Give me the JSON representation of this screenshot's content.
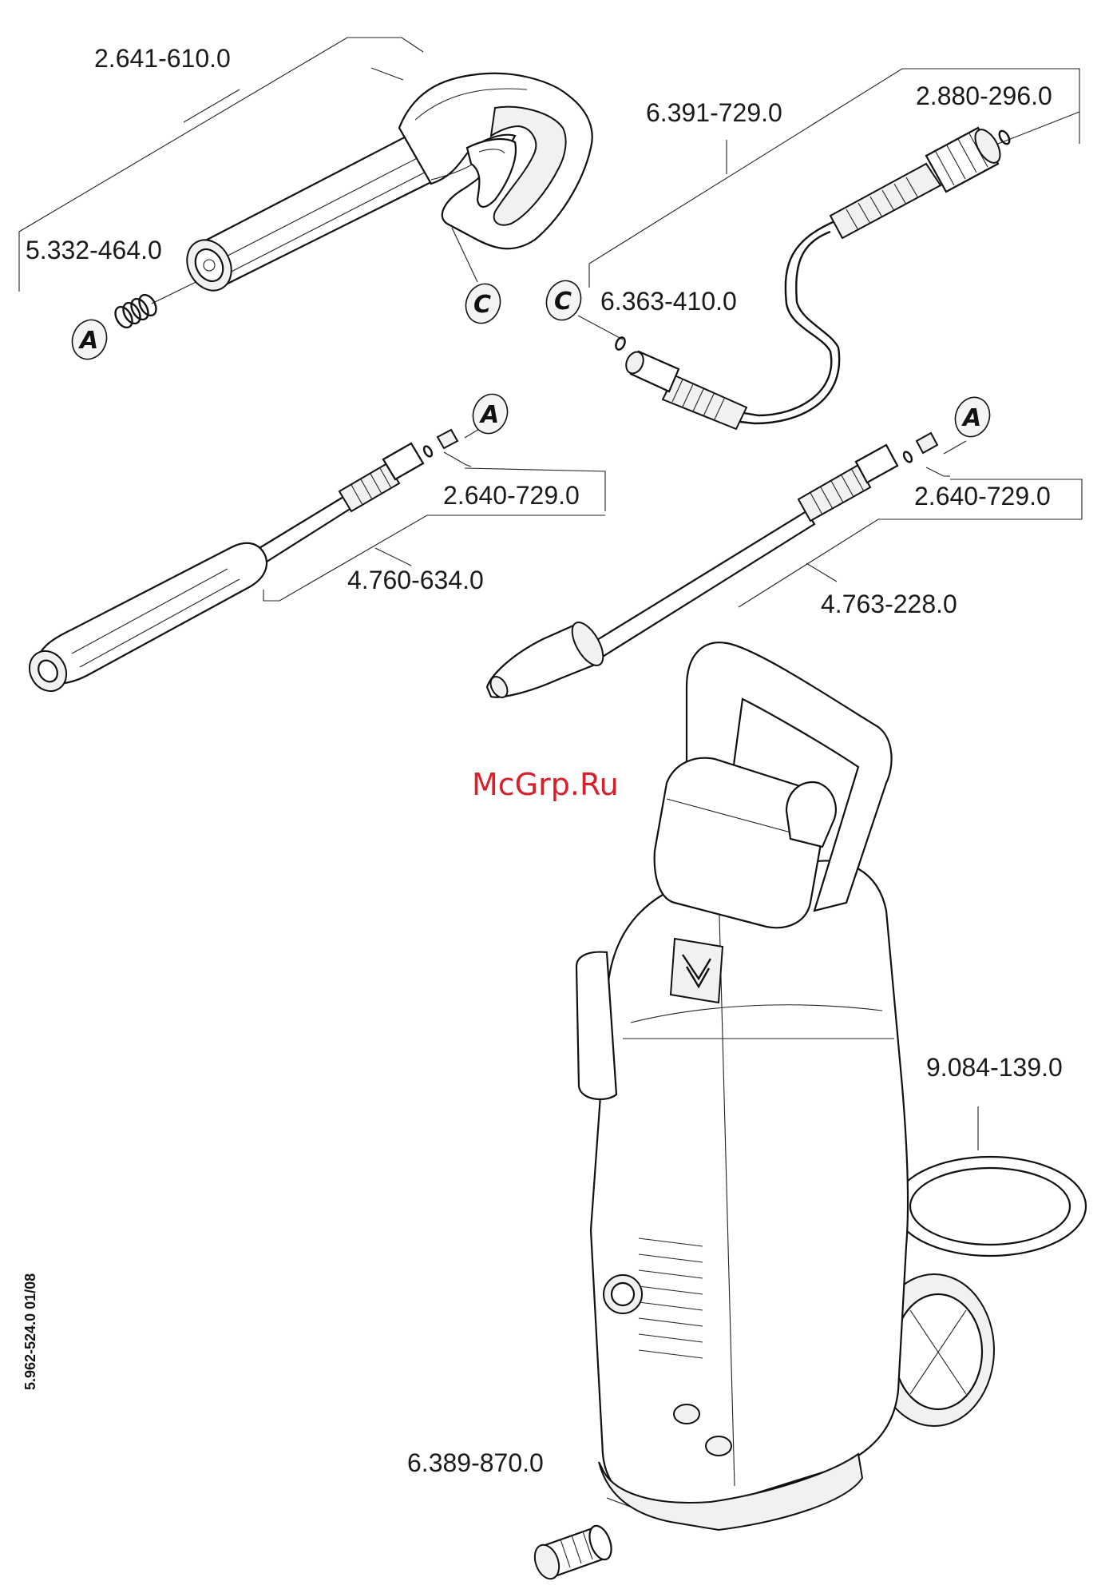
{
  "parts": {
    "trigger_gun": "2.641-610.0",
    "gun_oring_set": "5.332-464.0",
    "hose_assembly": "6.391-729.0",
    "hose_end_oring": "2.880-296.0",
    "hose_start_oring": "6.363-410.0",
    "lance_nozzle_left": "2.640-729.0",
    "spray_lance_left": "4.760-634.0",
    "lance_nozzle_right": "2.640-729.0",
    "spray_lance_right": "4.763-228.0",
    "hose_reel_assembly": "9.084-139.0",
    "water_inlet_coupling": "6.389-870.0"
  },
  "reference_letters": {
    "a": "A",
    "c": "C"
  },
  "watermark": "McGrp.Ru",
  "document_code": "5.962-524.0  01/08",
  "colors": {
    "line": "#222222",
    "watermark": "#d8202a",
    "text": "#1a1a1a"
  }
}
